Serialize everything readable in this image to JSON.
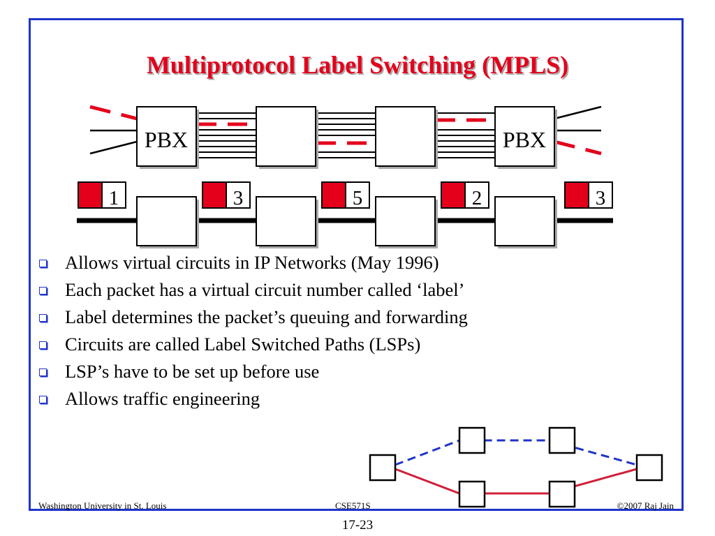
{
  "slide": {
    "title": "Multiprotocol Label Switching (MPLS)",
    "diagram": {
      "left_node_label": "PBX",
      "right_node_label": "PBX",
      "labels": [
        "1",
        "3",
        "5",
        "2",
        "3"
      ]
    },
    "bullets": [
      "Allows virtual circuits in IP Networks (May 1996)",
      "Each packet has a virtual circuit number called ‘label’",
      "Label determines the packet’s queuing and forwarding",
      "Circuits are called Label Switched Paths (LSPs)",
      "LSP’s have to be set up before use",
      "Allows traffic engineering"
    ],
    "footer": {
      "left": "Washington University in St. Louis",
      "center": "CSE571S",
      "right": "©2007 Raj Jain"
    },
    "page_number": "17-23",
    "colors": {
      "frame": "#1f33c8",
      "title": "#e4001b",
      "label_red": "#e4001b",
      "dashed_path": "#1f33c8",
      "solid_path": "#d0203a"
    }
  }
}
